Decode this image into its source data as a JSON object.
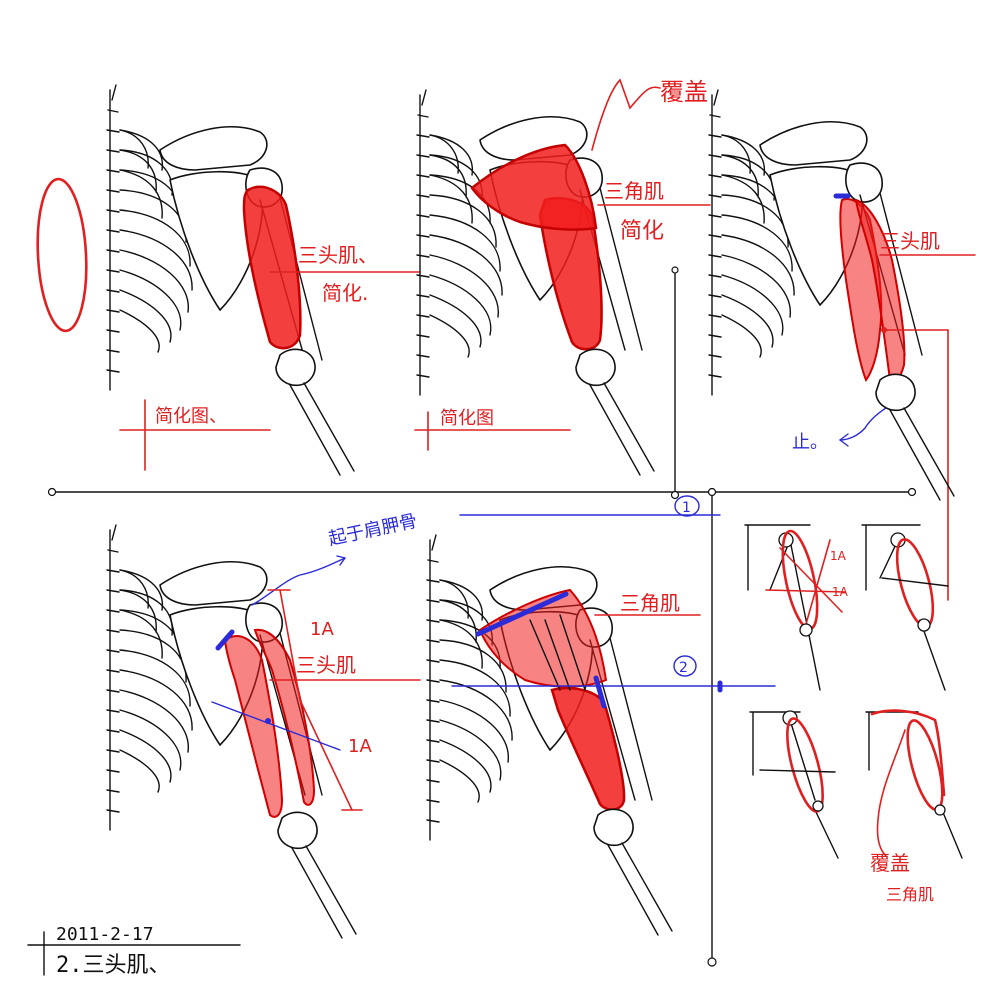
{
  "labels": {
    "p1_triceps": "三头肌、",
    "p1_simplify": "简化.",
    "p1_simplified_figure": "简化图、",
    "p2_cover": "覆盖",
    "p2_deltoid": "三角肌",
    "p2_simplify": "简化",
    "p2_simplified_figure": "简化图",
    "p3_triceps": "三头肌",
    "p3_insertion": "止。",
    "p4_origin": "起于肩胛骨",
    "p4_unit_upper": "1A",
    "p4_triceps": "三头肌",
    "p4_unit_lower": "1A",
    "p5_deltoid": "三角肌",
    "marker_1": "1",
    "marker_2": "2",
    "t1_unit_a": "1A",
    "t1_unit_b": "1A",
    "t4_cover": "覆盖",
    "t4_deltoid": "三角肌",
    "date": "2011-2-17",
    "subject": "2.三头肌、"
  },
  "colors": {
    "muscle_red": "#f21d1d",
    "annotation_red": "#e02020",
    "annotation_blue": "#2b2bd8",
    "ink": "#111111"
  }
}
